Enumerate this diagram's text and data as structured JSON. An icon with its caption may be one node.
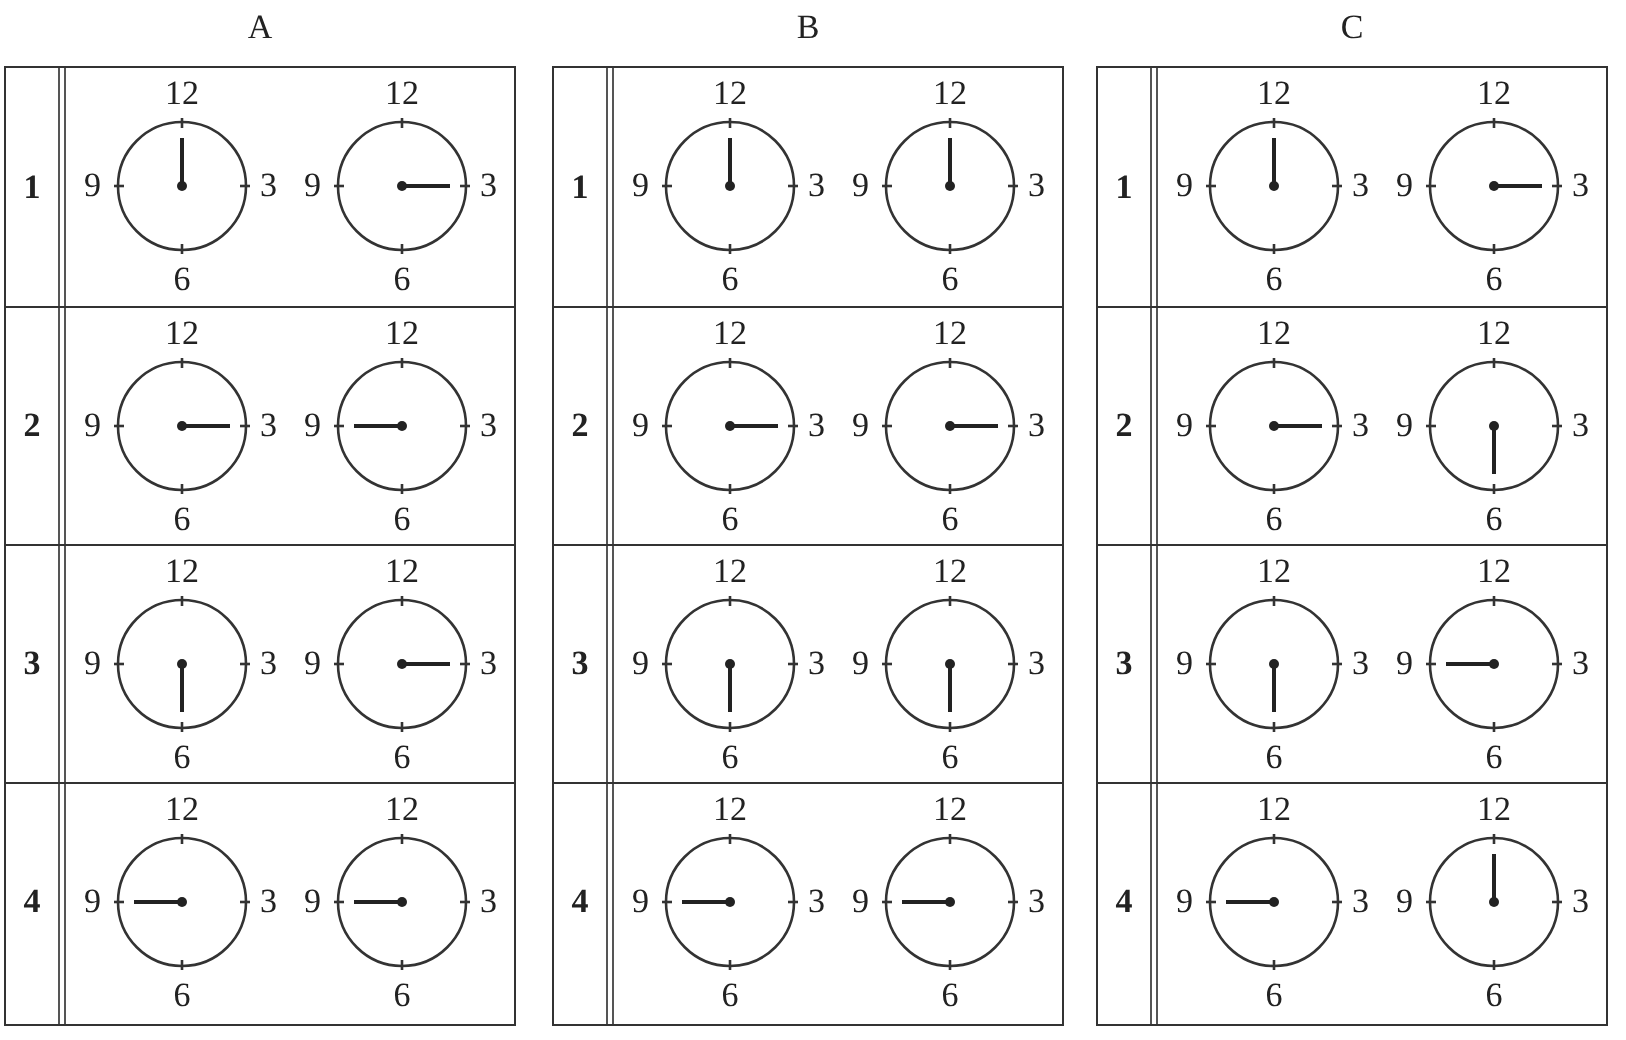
{
  "diagram": {
    "nodes": [
      {
        "text": [
          "A"
        ]
      },
      {
        "text": [
          "1"
        ],
        "in": 0
      },
      {
        "text": [],
        "shape": "circle",
        "in": 1,
        "beside": [
          "12",
          "9",
          "3",
          "6"
        ]
      },
      {
        "text": [],
        "shape": "circle",
        "in": 1,
        "beside": [
          "12",
          "9",
          "3",
          "6"
        ]
      },
      {
        "text": [
          "2"
        ],
        "in": 0
      },
      {
        "text": [],
        "shape": "circle",
        "in": 4,
        "beside": [
          "12",
          "9",
          "3",
          "6"
        ]
      },
      {
        "text": [],
        "shape": "circle",
        "in": 4,
        "beside": [
          "12",
          "9",
          "3",
          "6"
        ]
      },
      {
        "text": [
          "3"
        ],
        "in": 0
      },
      {
        "text": [],
        "shape": "circle",
        "in": 7,
        "beside": [
          "12",
          "9",
          "3",
          "6"
        ]
      },
      {
        "text": [],
        "shape": "circle",
        "in": 7,
        "beside": [
          "12",
          "9",
          "3",
          "6"
        ]
      },
      {
        "text": [
          "4"
        ],
        "in": 0
      },
      {
        "text": [],
        "shape": "circle",
        "in": 10,
        "beside": [
          "12",
          "9",
          "3",
          "6"
        ]
      },
      {
        "text": [],
        "shape": "circle",
        "in": 10,
        "beside": [
          "12",
          "9",
          "3",
          "6"
        ]
      },
      {
        "text": [
          "B"
        ]
      },
      {
        "text": [
          "1"
        ],
        "in": 13
      },
      {
        "text": [],
        "shape": "circle",
        "in": 14,
        "beside": [
          "12",
          "9",
          "3",
          "6"
        ]
      },
      {
        "text": [],
        "shape": "circle",
        "in": 14,
        "beside": [
          "12",
          "9",
          "3",
          "6"
        ]
      },
      {
        "text": [
          "2"
        ],
        "in": 13
      },
      {
        "text": [],
        "shape": "circle",
        "in": 17,
        "beside": [
          "12",
          "9",
          "3",
          "6"
        ]
      },
      {
        "text": [],
        "shape": "circle",
        "in": 17,
        "beside": [
          "12",
          "9",
          "3",
          "6"
        ]
      },
      {
        "text": [
          "3"
        ],
        "in": 13
      },
      {
        "text": [],
        "shape": "circle",
        "in": 20,
        "beside": [
          "12",
          "9",
          "3",
          "6"
        ]
      },
      {
        "text": [],
        "shape": "circle",
        "in": 20,
        "beside": [
          "12",
          "9",
          "3",
          "6"
        ]
      },
      {
        "text": [
          "4"
        ],
        "in": 13
      },
      {
        "text": [],
        "shape": "circle",
        "in": 23,
        "beside": [
          "12",
          "9",
          "3",
          "6"
        ]
      },
      {
        "text": [],
        "shape": "circle",
        "in": 23,
        "beside": [
          "12",
          "9",
          "3",
          "6"
        ]
      },
      {
        "text": [
          "C"
        ]
      },
      {
        "text": [
          "1"
        ],
        "in": 26
      },
      {
        "text": [],
        "shape": "circle",
        "in": 27,
        "beside": [
          "12",
          "9",
          "3",
          "6"
        ]
      },
      {
        "text": [],
        "shape": "circle",
        "in": 27,
        "beside": [
          "12",
          "9",
          "3",
          "6"
        ]
      },
      {
        "text": [
          "2"
        ],
        "in": 26
      },
      {
        "text": [],
        "shape": "circle",
        "in": 30,
        "beside": [
          "12",
          "9",
          "3",
          "6"
        ]
      },
      {
        "text": [],
        "shape": "circle",
        "in": 30,
        "beside": [
          "12",
          "9",
          "3",
          "6"
        ]
      },
      {
        "text": [
          "3"
        ],
        "in": 26
      },
      {
        "text": [],
        "shape": "circle",
        "in": 33,
        "beside": [
          "12",
          "9",
          "3",
          "6"
        ]
      },
      {
        "text": [],
        "shape": "circle",
        "in": 33,
        "beside": [
          "12",
          "9",
          "3",
          "6"
        ]
      },
      {
        "text": [
          "4"
        ],
        "in": 26
      },
      {
        "text": [],
        "shape": "circle",
        "in": 36,
        "beside": [
          "12",
          "9",
          "3",
          "6"
        ]
      },
      {
        "text": [],
        "shape": "circle",
        "in": 36,
        "beside": [
          "12",
          "9",
          "3",
          "6"
        ]
      }
    ]
  }
}
